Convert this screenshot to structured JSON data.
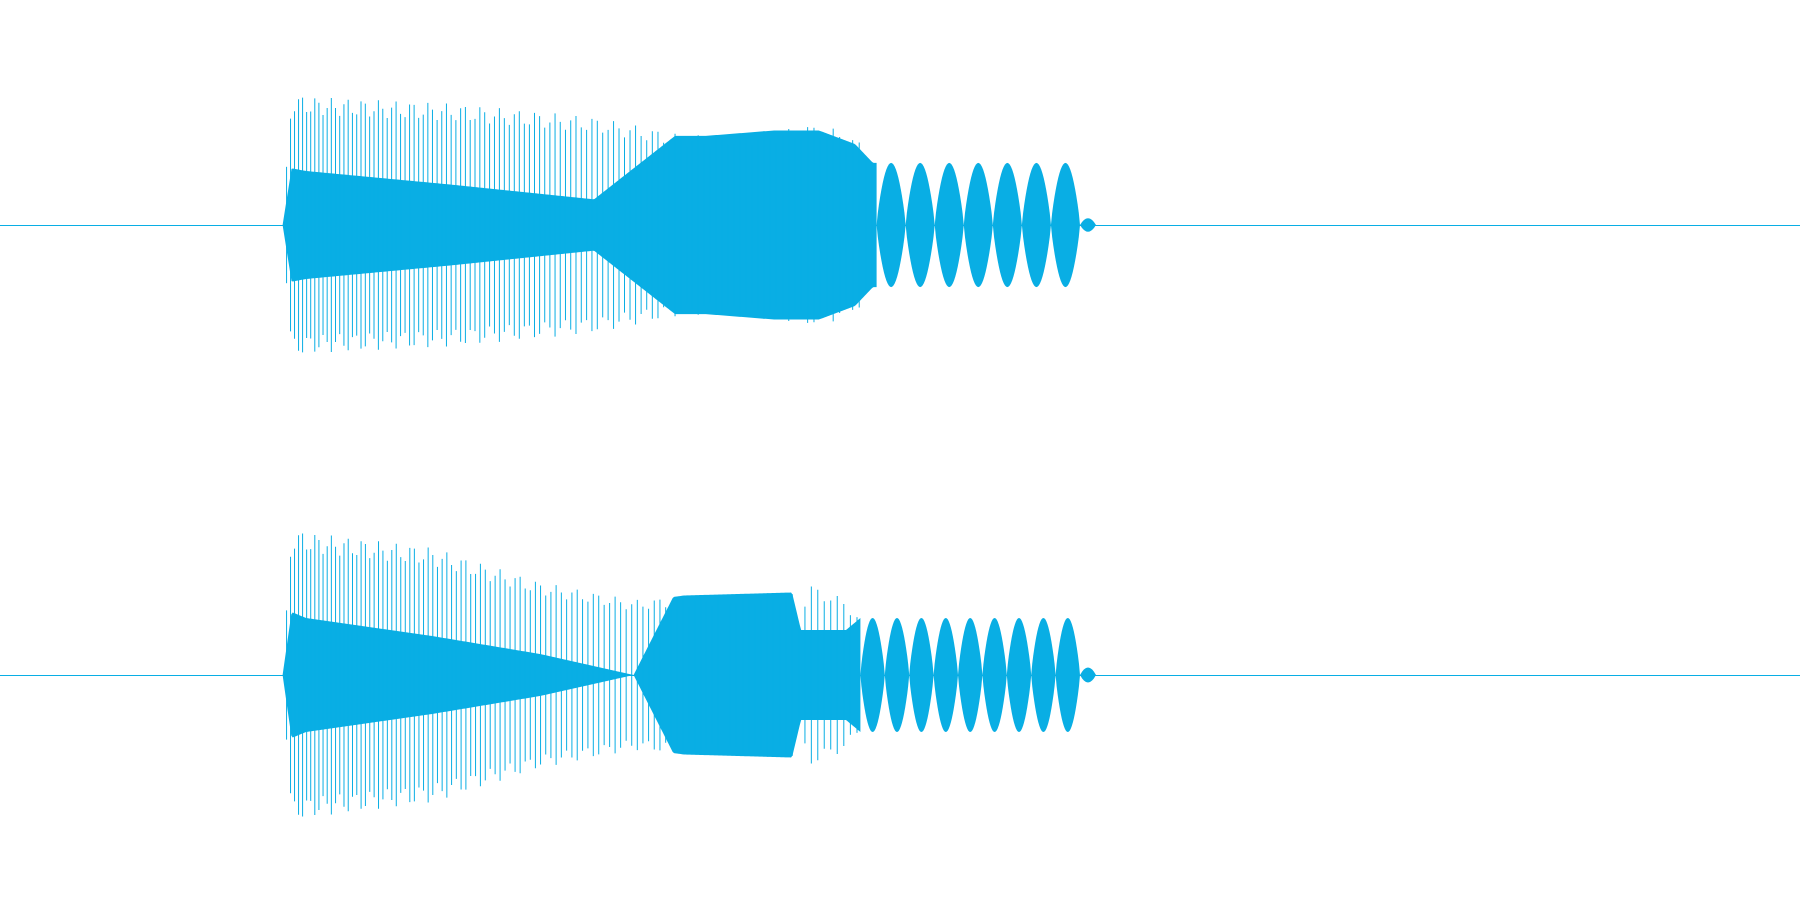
{
  "chart_data": {
    "type": "line",
    "title": "",
    "xlabel": "",
    "ylabel": "",
    "grid": false,
    "legend": "none",
    "color": "#09aee4",
    "x_range": [
      0,
      1
    ],
    "y_range": [
      -1,
      1
    ],
    "channels": [
      {
        "envelope": {
          "t": [
            0.0,
            0.157,
            0.162,
            0.17,
            0.25,
            0.33,
            0.375,
            0.392,
            0.43,
            0.455,
            0.475,
            0.485,
            0.6,
            0.61,
            0.612,
            1.0
          ],
          "peak": [
            0.0,
            0.0,
            0.98,
            0.95,
            0.9,
            0.8,
            0.68,
            0.66,
            0.7,
            0.75,
            0.66,
            0.46,
            0.46,
            0.18,
            0.0,
            0.0
          ],
          "core": [
            0.0,
            0.0,
            0.42,
            0.4,
            0.3,
            0.19,
            0.66,
            0.66,
            0.7,
            0.7,
            0.6,
            0.46,
            0.46,
            0.18,
            0.0,
            0.0
          ]
        },
        "tail_lobes": {
          "start": 0.487,
          "end": 0.6,
          "count": 7,
          "amplitude": 0.46
        }
      },
      {
        "envelope": {
          "t": [
            0.0,
            0.157,
            0.162,
            0.17,
            0.24,
            0.3,
            0.352,
            0.374,
            0.38,
            0.44,
            0.445,
            0.448,
            0.452,
            0.47,
            0.478,
            0.6,
            0.61,
            0.612,
            1.0
          ],
          "peak": [
            0.0,
            0.0,
            0.98,
            0.95,
            0.85,
            0.62,
            0.5,
            0.52,
            0.53,
            0.55,
            0.3,
            0.6,
            0.6,
            0.5,
            0.38,
            0.38,
            0.14,
            0.0,
            0.0
          ],
          "core": [
            0.0,
            0.0,
            0.42,
            0.38,
            0.26,
            0.14,
            0.0,
            0.52,
            0.53,
            0.55,
            0.3,
            0.3,
            0.3,
            0.3,
            0.38,
            0.38,
            0.14,
            0.0,
            0.0
          ]
        },
        "tail_lobes": {
          "start": 0.478,
          "end": 0.6,
          "count": 9,
          "amplitude": 0.38
        }
      }
    ]
  }
}
